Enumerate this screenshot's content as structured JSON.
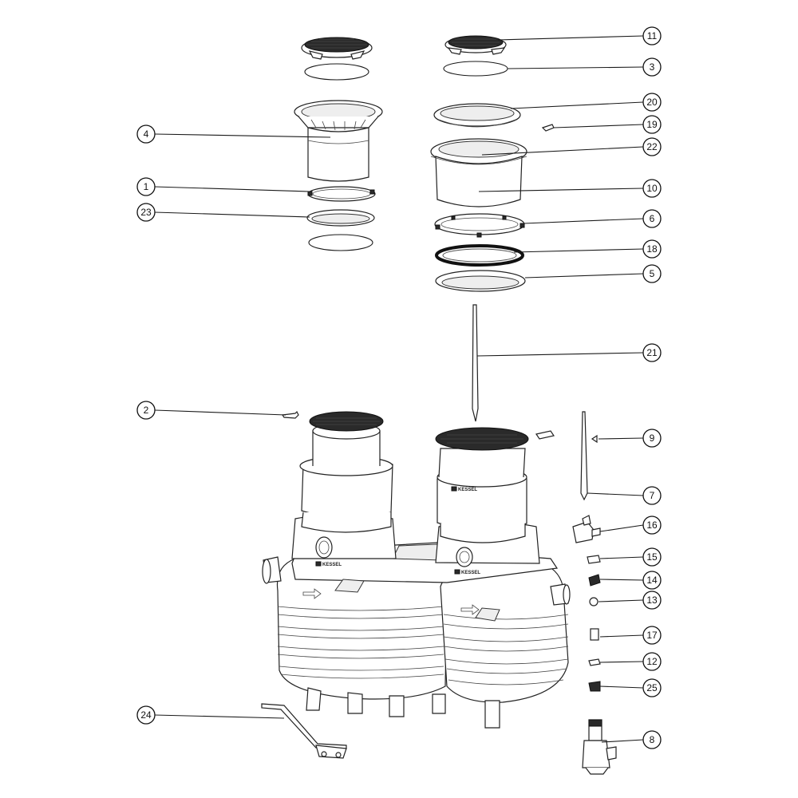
{
  "diagram": {
    "brand_label": "KESSEL",
    "callouts": [
      {
        "id": "c11",
        "label": "11"
      },
      {
        "id": "c3",
        "label": "3"
      },
      {
        "id": "c20",
        "label": "20"
      },
      {
        "id": "c19",
        "label": "19"
      },
      {
        "id": "c22",
        "label": "22"
      },
      {
        "id": "c10",
        "label": "10"
      },
      {
        "id": "c6",
        "label": "6"
      },
      {
        "id": "c18",
        "label": "18"
      },
      {
        "id": "c5",
        "label": "5"
      },
      {
        "id": "c21",
        "label": "21"
      },
      {
        "id": "c9",
        "label": "9"
      },
      {
        "id": "c7",
        "label": "7"
      },
      {
        "id": "c16",
        "label": "16"
      },
      {
        "id": "c15",
        "label": "15"
      },
      {
        "id": "c14",
        "label": "14"
      },
      {
        "id": "c13",
        "label": "13"
      },
      {
        "id": "c17",
        "label": "17"
      },
      {
        "id": "c12",
        "label": "12"
      },
      {
        "id": "c25",
        "label": "25"
      },
      {
        "id": "c8",
        "label": "8"
      },
      {
        "id": "c4",
        "label": "4"
      },
      {
        "id": "c1",
        "label": "1"
      },
      {
        "id": "c23",
        "label": "23"
      },
      {
        "id": "c2",
        "label": "2"
      },
      {
        "id": "c24",
        "label": "24"
      }
    ]
  }
}
